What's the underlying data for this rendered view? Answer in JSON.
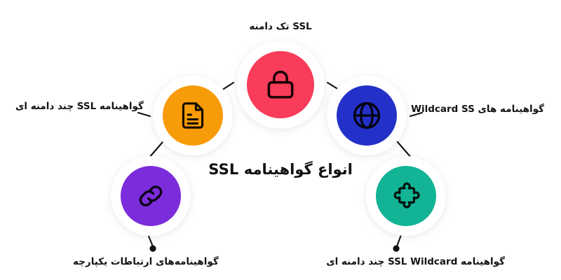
{
  "infographic": {
    "title": "انواع گواهینامه SSL",
    "background_color": "#ffffff",
    "text_color": "#141414",
    "nodes": [
      {
        "id": "single-domain-ssl",
        "label": "SSL تک دامنه",
        "icon": "lock-icon",
        "color": "#F93C5A",
        "position": "top"
      },
      {
        "id": "multi-domain-ssl",
        "label": "گواهینامه SSL چند دامنه ای",
        "icon": "document-icon",
        "color": "#F89B08",
        "position": "left"
      },
      {
        "id": "wildcard-ssl",
        "label": "گواهینامه های Wildcard SS",
        "icon": "globe-icon",
        "color": "#2331C8",
        "position": "right"
      },
      {
        "id": "unified-communications",
        "label": "گواهینامه‌های ارتباطات یکپارچه",
        "icon": "link-icon",
        "color": "#7B2CDB",
        "position": "bottom-left"
      },
      {
        "id": "multi-domain-wildcard-ssl",
        "label": "گواهینامه SSL Wildcard چند دامنه ای",
        "icon": "puzzle-icon",
        "color": "#13B395",
        "position": "bottom-right"
      }
    ],
    "connector_color": "#111111"
  }
}
